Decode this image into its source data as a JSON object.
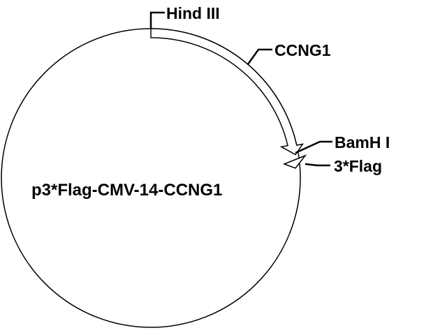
{
  "plasmid": {
    "name": "p3*Flag-CMV-14-CCNG1"
  },
  "features": {
    "hind_iii": {
      "label": "Hind III",
      "type": "restriction-site"
    },
    "ccng1": {
      "label": "CCNG1",
      "type": "insert-arrow"
    },
    "bamh_i": {
      "label": "BamH I",
      "type": "restriction-site"
    },
    "flag": {
      "label": "3*Flag",
      "type": "tag-arrow"
    }
  },
  "colors": {
    "stroke": "#000000",
    "fill": "#ffffff"
  }
}
